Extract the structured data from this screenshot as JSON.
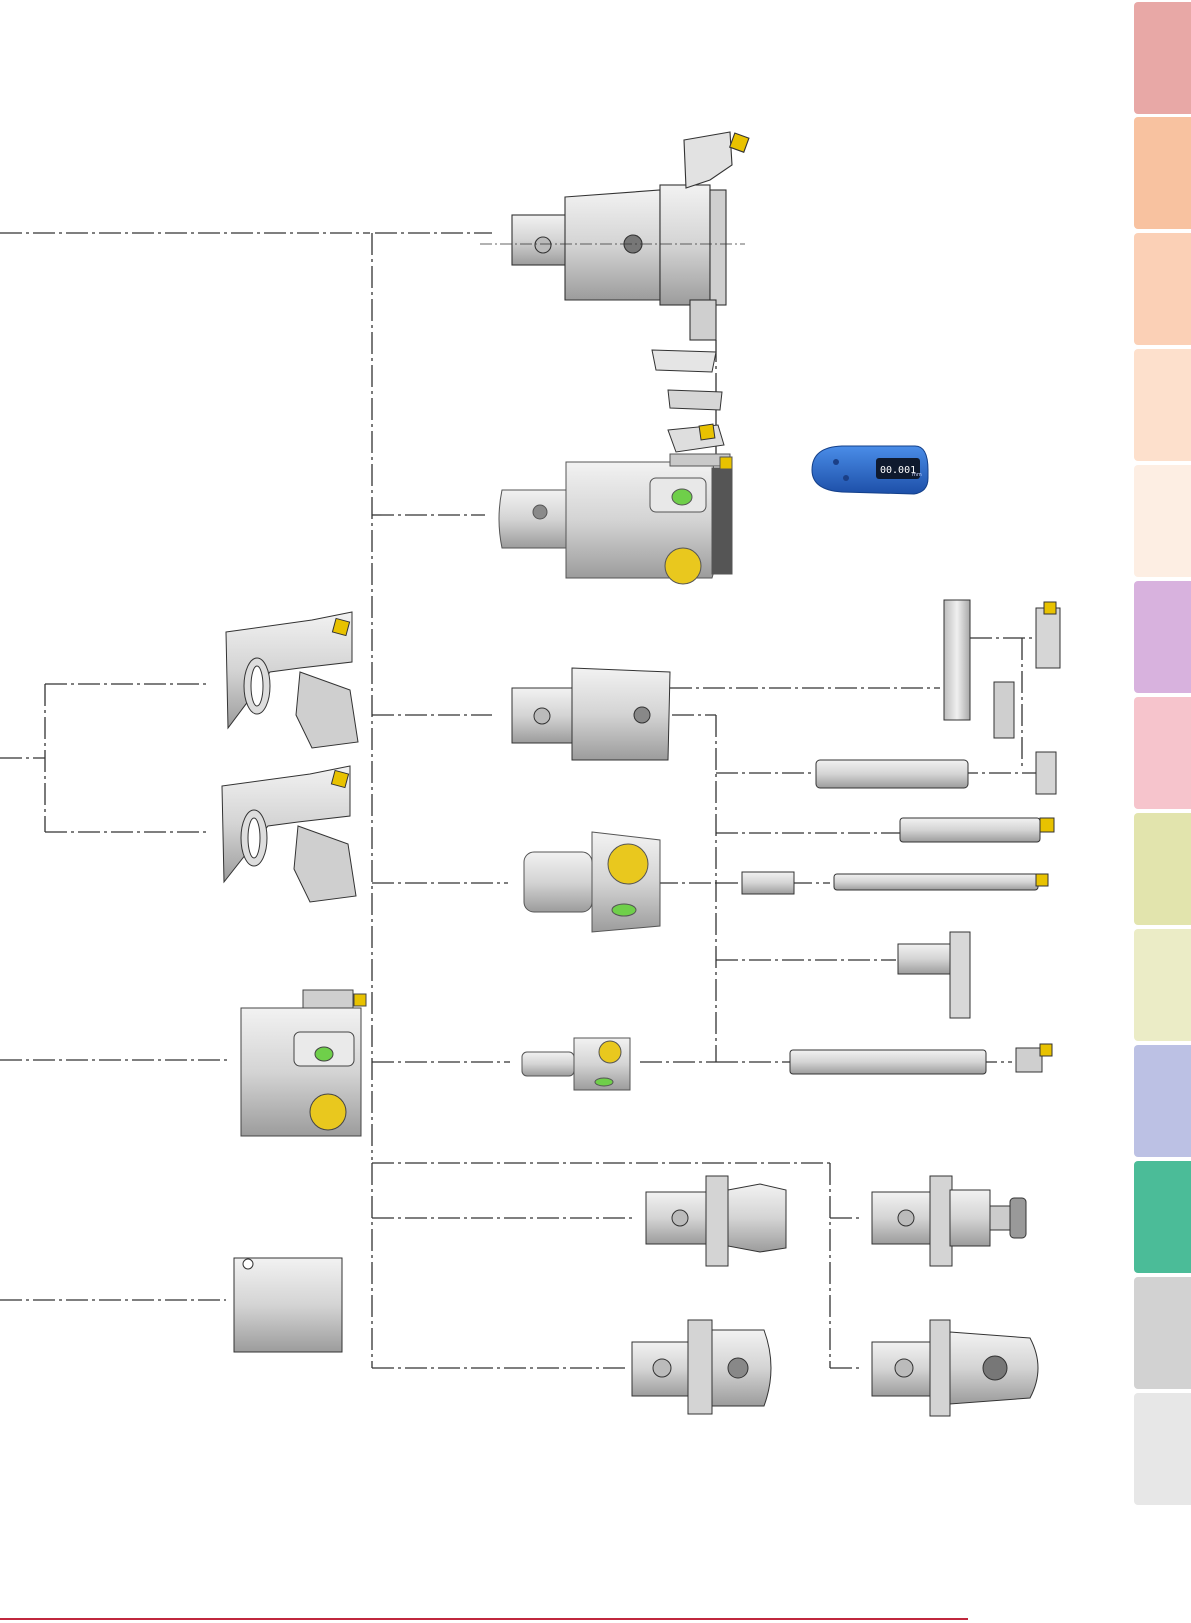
{
  "side_tabs": [
    {
      "name": "tab-1",
      "color": "#e8a8a6"
    },
    {
      "name": "tab-2",
      "color": "#f8c2a0"
    },
    {
      "name": "tab-3",
      "color": "#fbd0b6"
    },
    {
      "name": "tab-4",
      "color": "#fde0cc"
    },
    {
      "name": "tab-5",
      "color": "#fdeee3"
    },
    {
      "name": "tab-6",
      "color": "#d8b2de"
    },
    {
      "name": "tab-7",
      "color": "#f6c4cc"
    },
    {
      "name": "tab-8",
      "color": "#e2e4ad"
    },
    {
      "name": "tab-9",
      "color": "#ebecc6"
    },
    {
      "name": "tab-10",
      "color": "#bcc1e4"
    },
    {
      "name": "tab-11",
      "color": "#4bbc98"
    },
    {
      "name": "tab-12",
      "color": "#d2d2d2"
    },
    {
      "name": "tab-13",
      "color": "#e7e7e7"
    }
  ],
  "digital_readout": {
    "text": "00.001",
    "unit": "mm",
    "body_color": "#2f6fd0"
  },
  "colors": {
    "line": "#333333",
    "steel_light": "#e4e4e4",
    "steel_dark": "#9a9a9a",
    "insert_gold": "#e8c200",
    "dial_yellow": "#e9c81e",
    "indicator_green": "#6fcf4a",
    "footer_rule": "#c0273d"
  }
}
